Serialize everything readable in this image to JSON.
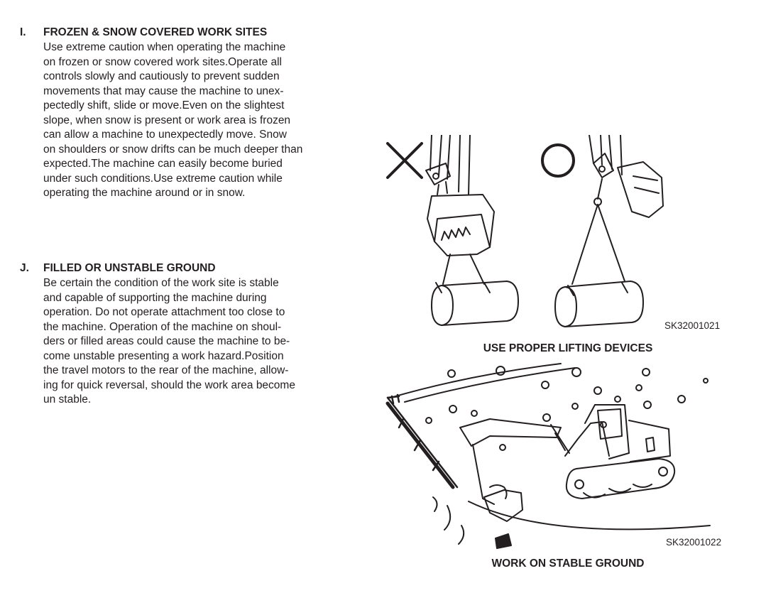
{
  "section_i": {
    "letter": "I.",
    "heading": "FROZEN & SNOW COVERED WORK SITES",
    "lines": [
      "Use extreme caution when operating the machine",
      "on frozen or snow covered work sites.Operate all",
      "controls slowly and cautiously to prevent sudden",
      "movements that may cause the machine to unex-",
      "pectedly shift, slide or move.Even on the slightest",
      "slope, when snow is present or work area is frozen",
      "can allow a machine to unexpectedly move. Snow",
      "on shoulders or snow drifts can be much deeper than",
      "expected.The machine can easily become buried",
      "under such conditions.Use extreme caution while",
      "operating the machine around or in snow."
    ]
  },
  "section_j": {
    "letter": "J.",
    "heading": "FILLED OR UNSTABLE GROUND",
    "lines": [
      "Be certain the condition of the work site is stable",
      "and capable of supporting the machine during",
      "operation. Do not operate attachment too close to",
      "the machine. Operation of the machine on shoul-",
      "ders or filled areas could cause the machine to be-",
      "come unstable presenting a work hazard.Position",
      "the travel motors to the rear of the machine, allow-",
      "ing for quick reversal, should the work area become",
      "un   stable."
    ]
  },
  "figure_lifting": {
    "code": "SK32001021",
    "caption": "USE PROPER LIFTING DEVICES"
  },
  "figure_ground": {
    "code": "SK32001022",
    "caption": "WORK ON STABLE GROUND"
  }
}
